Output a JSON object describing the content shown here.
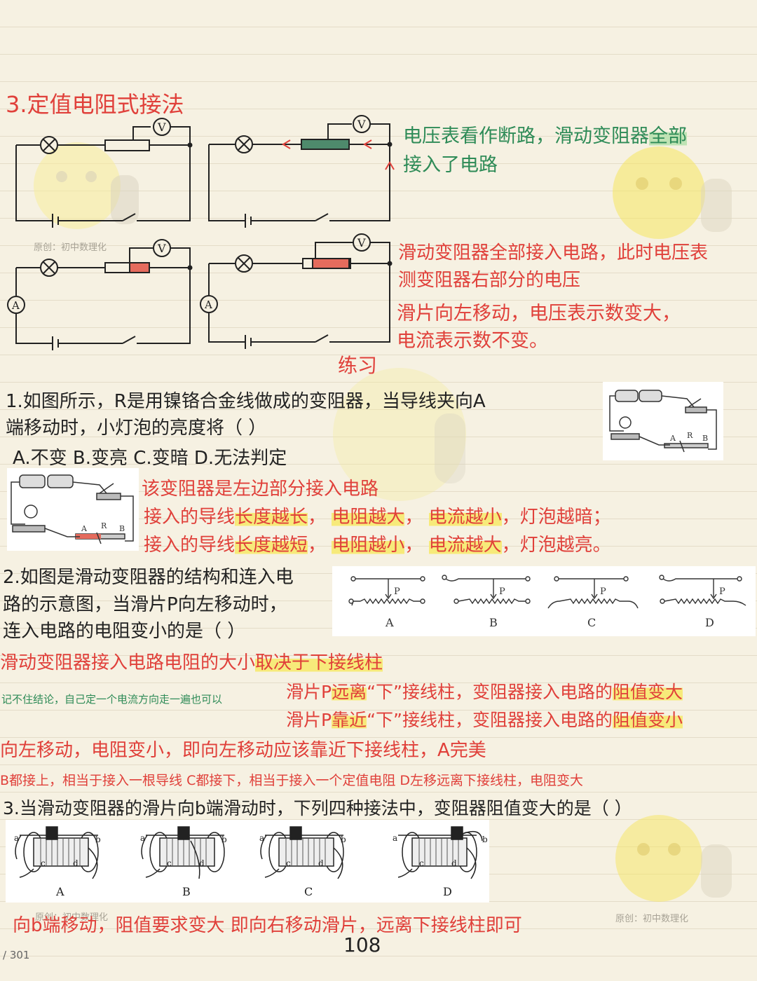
{
  "section": {
    "title": "3.定值电阻式接法"
  },
  "notes": {
    "note1_line1": "电压表看作断路，滑动变阻器",
    "note1_hl": "全部",
    "note1_line2": "接入了电路",
    "note2_line1": "滑动变阻器全部接入电路，此时电压表",
    "note2_line2": "测变阻器右部分的电压",
    "note3_line1": "滑片向左移动，电压表示数变大，",
    "note3_line2": "电流表示数不变。"
  },
  "practice": {
    "heading": "练习",
    "q1": {
      "line1": "1.如图所示，R是用镍铬合金线做成的变阻器，当导线夹向A",
      "line2": "端移动时，小灯泡的亮度将（    ）",
      "options": "A.不变   B.变亮    C.变暗   D.无法判定",
      "ans_line1": "该变阻器是左边部分接入电路",
      "ans_l2_a": "接入的导线",
      "ans_l2_b": "长度越长",
      "ans_l2_c": "，",
      "ans_l2_d": "电阻越大",
      "ans_l2_e": "，",
      "ans_l2_f": "电流越小",
      "ans_l2_g": "，灯泡越暗；",
      "ans_l3_a": "接入的导线",
      "ans_l3_b": "长度越短",
      "ans_l3_c": "，",
      "ans_l3_d": "电阻越小",
      "ans_l3_e": "，",
      "ans_l3_f": "电流越大",
      "ans_l3_g": "，灯泡越亮。"
    },
    "q2": {
      "line1": "2.如图是滑动变阻器的结构和连入电",
      "line2": "路的示意图，当滑片P向左移动时，",
      "line3": "连入电路的电阻变小的是（    ）",
      "fig_labels": [
        "A",
        "B",
        "C",
        "D"
      ],
      "slider_label": "P",
      "rule_a": "滑动变阻器接入电路电阻的大小",
      "rule_b": "取决于下接线柱",
      "tip": "记不住结论，自己定一个电流方向走一遍也可以",
      "r1_a": "滑片P",
      "r1_b": "远离",
      "r1_c": "“下”接线柱，变阻器接入电路的",
      "r1_d": "阻值变大",
      "r2_a": "滑片P",
      "r2_b": "靠近",
      "r2_c": "“下”接线柱，变阻器接入电路的",
      "r2_d": "阻值变小",
      "answer": "向左移动，电阻变小，即向左移动应该靠近下接线柱，A完美",
      "explain": "B都接上，相当于接入一根导线  C都接下，相当于接入一个定值电阻  D左移远离下接线柱，电阻变大"
    },
    "q3": {
      "line1": "3.当滑动变阻器的滑片向b端滑动时，下列四种接法中，变阻器阻值变大的是（    ）",
      "fig_labels": [
        "A",
        "B",
        "C",
        "D"
      ],
      "terminal_a": "a",
      "terminal_b": "b",
      "terminal_c": "c",
      "terminal_d": "d",
      "answer": "向b端移动，阻值要求变大  即向右移动滑片，远离下接线柱即可"
    }
  },
  "watermark": "原创：初中数理化",
  "page_number": "108",
  "page_counter": "/ 301",
  "circuit_labels": {
    "lamp_symbol": "⊗",
    "voltmeter": "V",
    "ammeter": "A"
  },
  "figure_labels": {
    "q1_slider": "R",
    "q1_end_a": "A",
    "q1_end_b": "B"
  },
  "colors": {
    "handwriting_red": "#e0403a",
    "highlight_yellow": "#f7ea7a",
    "highlight_green": "#bfe3b4",
    "paper": "#f6f1e2"
  }
}
